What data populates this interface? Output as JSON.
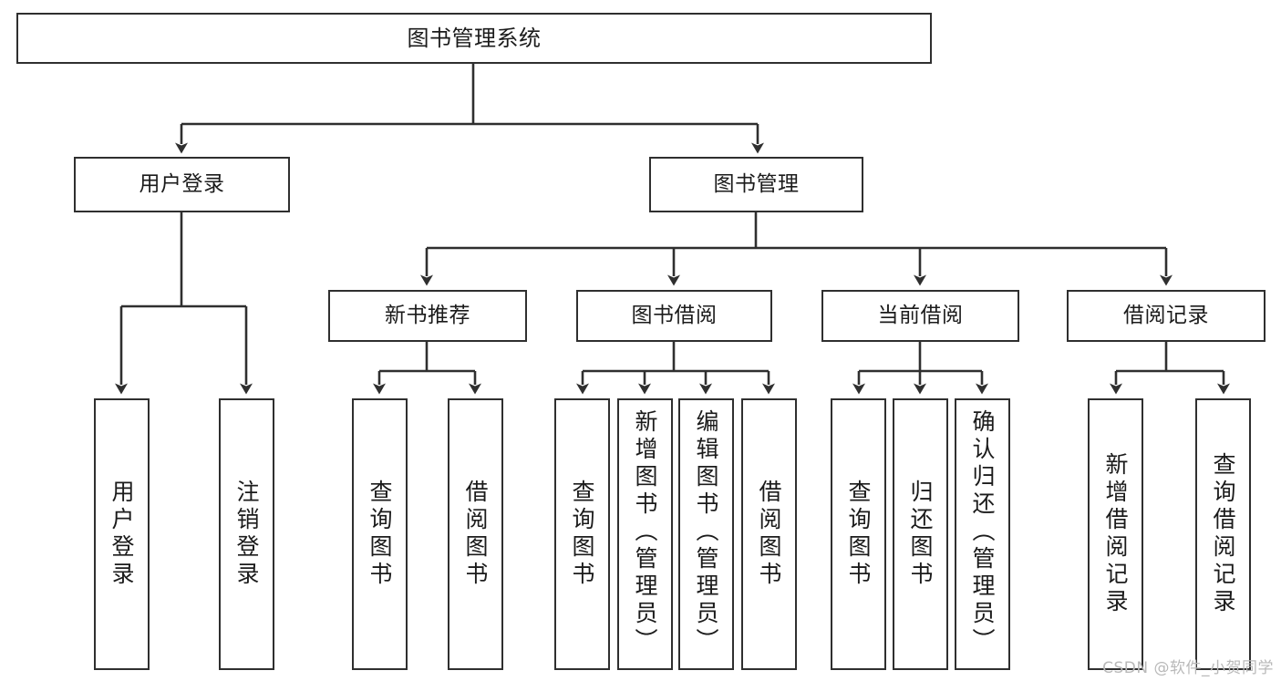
{
  "diagram": {
    "title": "图书管理系统",
    "type": "tree",
    "background_color": "#ffffff",
    "line_color": "#2f2f2f",
    "text_color": "#1b1b1b",
    "root": {
      "label": "图书管理系统"
    },
    "level2": [
      {
        "label": "用户登录"
      },
      {
        "label": "图书管理"
      }
    ],
    "level3": [
      {
        "label": "新书推荐"
      },
      {
        "label": "图书借阅"
      },
      {
        "label": "当前借阅"
      },
      {
        "label": "借阅记录"
      }
    ],
    "leaves": [
      {
        "label": "用户登录",
        "parent": "用户登录"
      },
      {
        "label": "注销登录",
        "parent": "用户登录"
      },
      {
        "label": "查询图书",
        "parent": "新书推荐"
      },
      {
        "label": "借阅图书",
        "parent": "新书推荐"
      },
      {
        "label": "查询图书",
        "parent": "图书借阅"
      },
      {
        "label": "新增图书（管理员）",
        "parent": "图书借阅"
      },
      {
        "label": "编辑图书（管理员）",
        "parent": "图书借阅"
      },
      {
        "label": "借阅图书",
        "parent": "图书借阅"
      },
      {
        "label": "查询图书",
        "parent": "当前借阅"
      },
      {
        "label": "归还图书",
        "parent": "当前借阅"
      },
      {
        "label": "确认归还（管理员）",
        "parent": "当前借阅"
      },
      {
        "label": "新增借阅记录",
        "parent": "借阅记录"
      },
      {
        "label": "查询借阅记录",
        "parent": "借阅记录"
      }
    ]
  },
  "watermark": {
    "text": "CSDN @软件_小贺同学"
  }
}
